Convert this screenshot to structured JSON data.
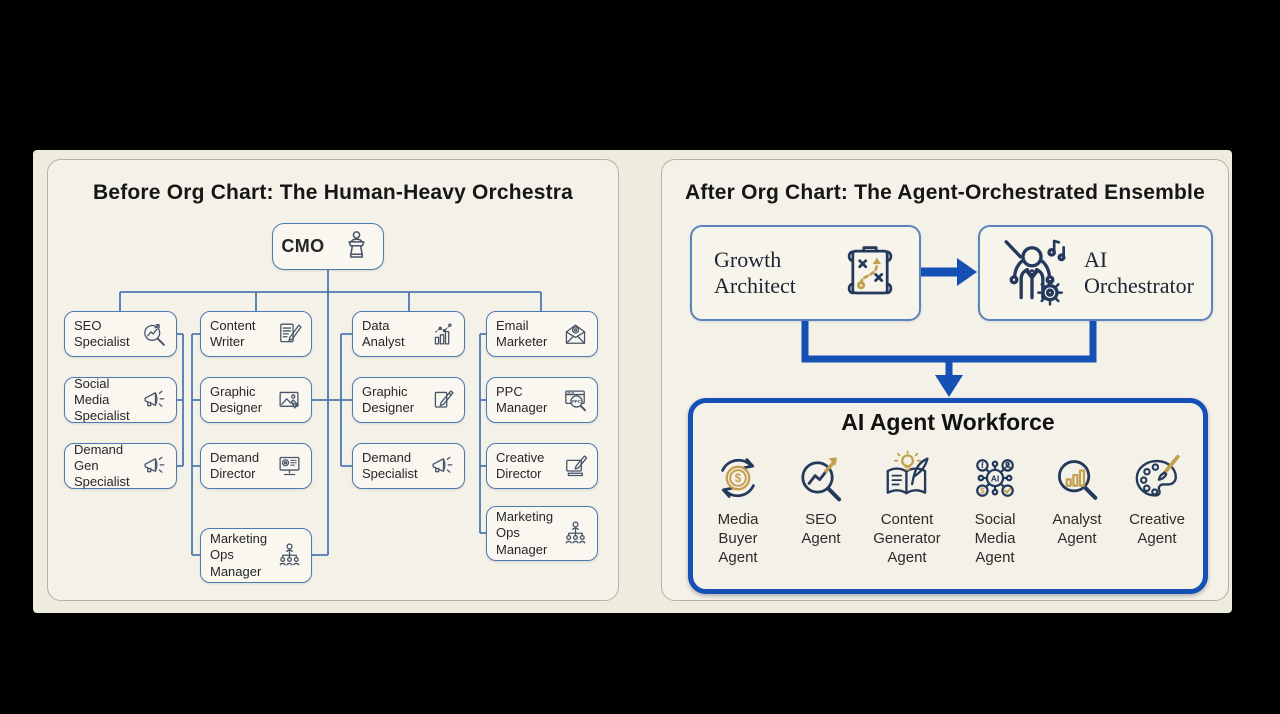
{
  "colors": {
    "background": "#000000",
    "canvas": "#eeebdf",
    "panel_bg": "#f4f1e8",
    "panel_border": "#b9b2a0",
    "node_border": "#4d79b3",
    "flow_border": "#5b84bf",
    "accent_blue": "#1550b4",
    "icon_gray": "#475469",
    "icon_navy": "#24395c",
    "icon_gold": "#c3a050"
  },
  "left_panel": {
    "title": "Before Org Chart: The Human-Heavy Orchestra",
    "root": {
      "id": "cmo",
      "lines": [
        "CMO"
      ],
      "icon": "podium-icon"
    },
    "nodes": [
      {
        "id": "seo-specialist",
        "lines": [
          "SEO",
          "Specialist"
        ],
        "icon": "seo-magnifier-icon"
      },
      {
        "id": "content-writer",
        "lines": [
          "Content",
          "Writer"
        ],
        "icon": "document-pen-icon"
      },
      {
        "id": "data-analyst",
        "lines": [
          "Data",
          "Analyst"
        ],
        "icon": "bar-chart-icon"
      },
      {
        "id": "email-marketer",
        "lines": [
          "Email",
          "Marketer"
        ],
        "icon": "envelope-at-icon"
      },
      {
        "id": "social-media-specialist",
        "lines": [
          "Social Media",
          "Specialist"
        ],
        "icon": "megaphone-icon"
      },
      {
        "id": "graphic-designer-left",
        "lines": [
          "Graphic",
          "Designer"
        ],
        "icon": "image-frame-icon"
      },
      {
        "id": "graphic-designer-right",
        "lines": [
          "Graphic",
          "Designer"
        ],
        "icon": "pencil-sheet-icon"
      },
      {
        "id": "ppc-manager",
        "lines": [
          "PPC",
          "Manager"
        ],
        "icon": "ppc-magnifier-icon"
      },
      {
        "id": "demand-gen-specialist",
        "lines": [
          "Demand Gen",
          "Specialist"
        ],
        "icon": "megaphone-icon"
      },
      {
        "id": "demand-director",
        "lines": [
          "Demand",
          "Director"
        ],
        "icon": "monitor-at-icon"
      },
      {
        "id": "demand-specialist",
        "lines": [
          "Demand",
          "Specialist"
        ],
        "icon": "megaphone-icon"
      },
      {
        "id": "creative-director",
        "lines": [
          "Creative",
          "Director"
        ],
        "icon": "tablet-pen-icon"
      },
      {
        "id": "marketing-ops-manager-left",
        "lines": [
          "Marketing",
          "Ops",
          "Manager"
        ],
        "icon": "org-tree-icon"
      },
      {
        "id": "marketing-ops-manager-right",
        "lines": [
          "Marketing",
          "Ops",
          "Manager"
        ],
        "icon": "org-tree-icon"
      }
    ]
  },
  "right_panel": {
    "title": "After Org Chart: The Agent-Orchestrated Ensemble",
    "flow_boxes": [
      {
        "id": "growth-architect",
        "lines": [
          "Growth",
          "Architect"
        ],
        "icon": "strategy-map-icon"
      },
      {
        "id": "ai-orchestrator",
        "lines": [
          "AI",
          "Orchestrator"
        ],
        "icon": "conductor-icon"
      }
    ],
    "workforce": {
      "title": "AI Agent Workforce",
      "agents": [
        {
          "id": "media-buyer-agent",
          "lines": [
            "Media",
            "Buyer",
            "Agent"
          ],
          "icon": "ad-spend-cycle-icon"
        },
        {
          "id": "seo-agent",
          "lines": [
            "SEO",
            "Agent"
          ],
          "icon": "seo-growth-icon"
        },
        {
          "id": "content-generator-agent",
          "lines": [
            "Content",
            "Generator",
            "Agent"
          ],
          "icon": "book-quill-icon"
        },
        {
          "id": "social-media-agent",
          "lines": [
            "Social",
            "Media",
            "Agent"
          ],
          "icon": "ai-network-icon"
        },
        {
          "id": "analyst-agent",
          "lines": [
            "Analyst",
            "Agent"
          ],
          "icon": "chart-magnifier-icon"
        },
        {
          "id": "creative-agent",
          "lines": [
            "Creative",
            "Agent"
          ],
          "icon": "palette-brush-icon"
        }
      ]
    }
  }
}
